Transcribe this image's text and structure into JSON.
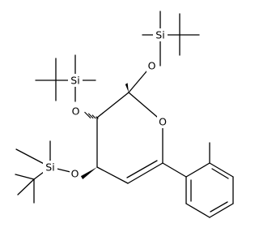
{
  "diagram": {
    "atom_labels": {
      "si_top": "Si",
      "o_top": "O",
      "si_left": "Si",
      "o_left": "O",
      "si_bottom": "Si",
      "o_bottom": "O",
      "o_ring": "O"
    },
    "colors": {
      "ink": "#000000",
      "background": "#ffffff"
    }
  }
}
